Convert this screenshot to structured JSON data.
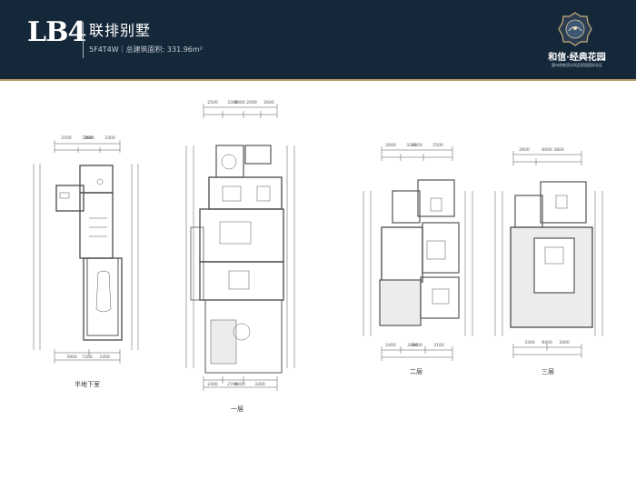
{
  "header": {
    "unit_code": "LB4",
    "title": "联排别墅",
    "specs": "5F4T4W｜总建筑面积: 331.96m²"
  },
  "brand": {
    "name": "和信·经典花园",
    "tagline": "惠州首席滨水尚品家园国际社区",
    "emblem_icon": "ornate-crest-emblem",
    "accent_color": "#b79a62",
    "header_color": "#15283a"
  },
  "plans": [
    {
      "label": "半地下室",
      "dims_top": [
        "7200",
        "2500",
        "2600",
        "3300"
      ],
      "dims_bottom": [
        "3900",
        "3300",
        "7200"
      ]
    },
    {
      "label": "一层",
      "dims_top": [
        "8400",
        "2500",
        "3300",
        "2000",
        "2600"
      ],
      "dims_bottom": [
        "2400",
        "2700",
        "3300",
        "8400"
      ]
    },
    {
      "label": "二层",
      "dims_top": [
        "8400",
        "2600",
        "3300",
        "2500"
      ],
      "dims_bottom": [
        "2400",
        "2600",
        "3100",
        "8400"
      ]
    },
    {
      "label": "三层",
      "dims_top": [
        "8400",
        "2600",
        "3800"
      ],
      "dims_bottom": [
        "3300",
        "3400",
        "8400"
      ]
    }
  ]
}
